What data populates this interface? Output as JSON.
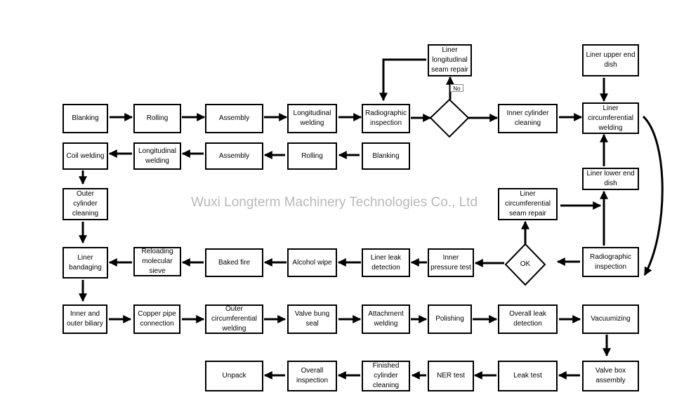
{
  "watermark": "Wuxi Longterm Machinery Technologies Co., Ltd",
  "decisions": {
    "no_label": "No",
    "ok_label": "OK"
  },
  "steps": {
    "blanking_1": "Blanking",
    "rolling_1": "Rolling",
    "assembly_1": "Assembly",
    "longitudinal_welding_1": "Longitudinal welding",
    "radiographic_inspection_1": "Radiographic inspection",
    "liner_longitudinal_seam_repair": "Liner longitudinal seam repair",
    "inner_cylinder_cleaning": "Inner cylinder cleaning",
    "liner_upper_end_dish": "Liner upper end dish",
    "liner_circumferential_welding": "Liner circumferential welding",
    "coil_welding": "Coil welding",
    "longitudinal_welding_2": "Longitudinal welding",
    "assembly_2": "Assembly",
    "rolling_2": "Rolling",
    "blanking_2": "Blanking",
    "liner_lower_end_dish": "Liner lower end dish",
    "outer_cylinder_cleaning": "Outer cylinder cleaning",
    "liner_circumferential_seam_repair": "Liner circumferential seam repair",
    "liner_bandaging": "Liner bandaging",
    "reloading_molecular_sieve": "Reloading molecular sieve",
    "baked_fire": "Baked fire",
    "alcohol_wipe": "Alcohol wipe",
    "liner_leak_detection": "Liner leak detection",
    "inner_pressure_test": "Inner pressure test",
    "radiographic_inspection_2": "Radiographic inspection",
    "inner_outer_biliary": "Inner and outer biliary",
    "copper_pipe_connection": "Copper pipe connection",
    "outer_circumferential_welding": "Outer circumferential welding",
    "valve_bung_seal": "Valve bung seal",
    "attachment_welding": "Attachment welding",
    "polishing": "Polishing",
    "overall_leak_detection": "Overall leak detection",
    "vacuumizing": "Vacuumizing",
    "unpack": "Unpack",
    "overall_inspection": "Overall inspection",
    "finished_cylinder_cleaning": "Finished cylinder cleaning",
    "ner_test": "NER test",
    "leak_test": "Leak test",
    "valve_box_assembly": "Valve box assembly"
  }
}
